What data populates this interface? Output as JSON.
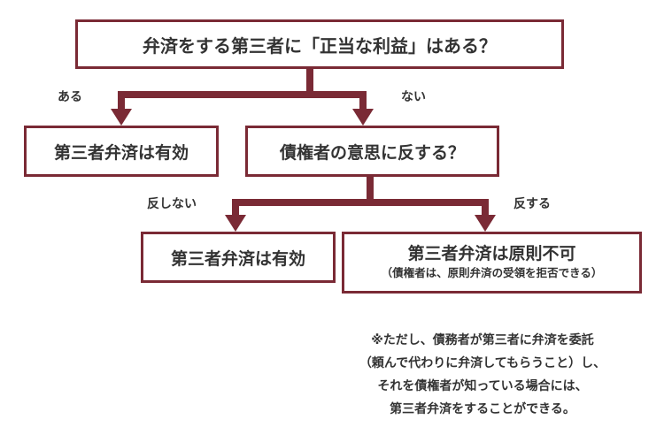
{
  "question1": "弁済をする第三者に「正当な利益」はある？",
  "branch_yes": "ある",
  "branch_no": "ない",
  "result_valid_1": "第三者弁済は有効",
  "question2": "債権者の意思に反する？",
  "branch_not_against": "反しない",
  "branch_against": "反する",
  "result_valid_2": "第三者弁済は有効",
  "result_invalid": {
    "main": "第三者弁済は原則不可",
    "sub": "（債権者は、原則弁済の受領を拒否できる）"
  },
  "note": {
    "lines": [
      "※ただし、債務者が第三者に弁済を委託",
      "（頼んで代わりに弁済してもらうこと）し、",
      "それを債権者が知っている場合には、",
      "第三者弁済をすることができる。"
    ]
  },
  "colors": {
    "border": "#7a2a35",
    "connector": "#7a2a35",
    "text": "#333333"
  }
}
